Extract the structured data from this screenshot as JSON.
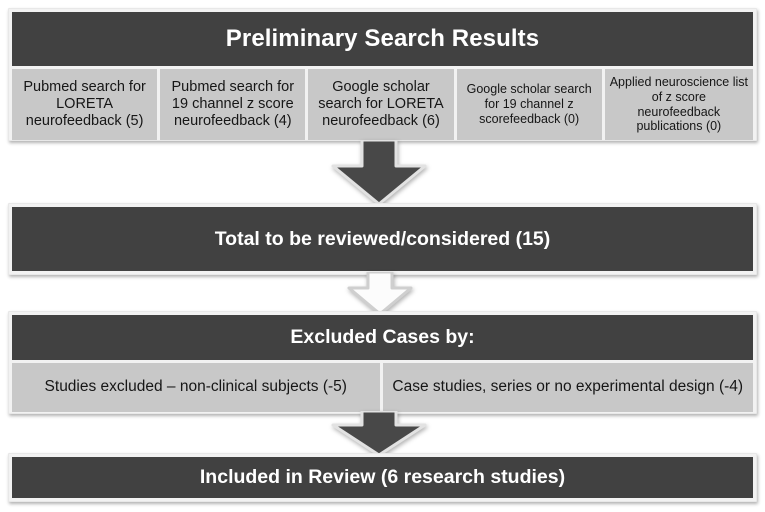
{
  "diagram": {
    "title": "Preliminary Search Results flow diagram",
    "colors": {
      "dark": "#414141",
      "light_cell": "#c8c8c8",
      "frame": "#f2f2f2",
      "arrow_dark_fill": "#484848",
      "arrow_light_fill": "#fbfbfb",
      "arrow_outline": "#d6d6d6",
      "text_light": "#ffffff",
      "text_dark": "#161616"
    },
    "stages": [
      {
        "id": "preliminary-search-results",
        "header": "Preliminary Search Results",
        "cells": [
          "Pubmed search for LORETA neurofeedback (5)",
          "Pubmed search for 19 channel z score neurofeedback (4)",
          "Google scholar search for LORETA neurofeedback (6)",
          "Google scholar search for 19 channel z scorefeedback (0)",
          "Applied neuroscience list of z score neurofeedback publications (0)"
        ],
        "counts": [
          5,
          4,
          6,
          0,
          0
        ]
      },
      {
        "id": "total-reviewed",
        "header": "Total to be reviewed/considered (15)",
        "count": 15
      },
      {
        "id": "excluded-cases",
        "header": "Excluded Cases by:",
        "cells": [
          "Studies excluded – non-clinical subjects (-5)",
          "Case studies, series or no experimental design (-4)"
        ],
        "counts": [
          -5,
          -4
        ]
      },
      {
        "id": "included-in-review",
        "header": "Included in Review (6 research studies)",
        "count": 6
      }
    ],
    "arrows": [
      {
        "id": "arrow-search-to-total",
        "icon": "down-arrow-icon",
        "style": "dark"
      },
      {
        "id": "arrow-total-to-excluded",
        "icon": "down-arrow-icon",
        "style": "light"
      },
      {
        "id": "arrow-excluded-to-included",
        "icon": "down-arrow-icon",
        "style": "dark"
      }
    ]
  }
}
